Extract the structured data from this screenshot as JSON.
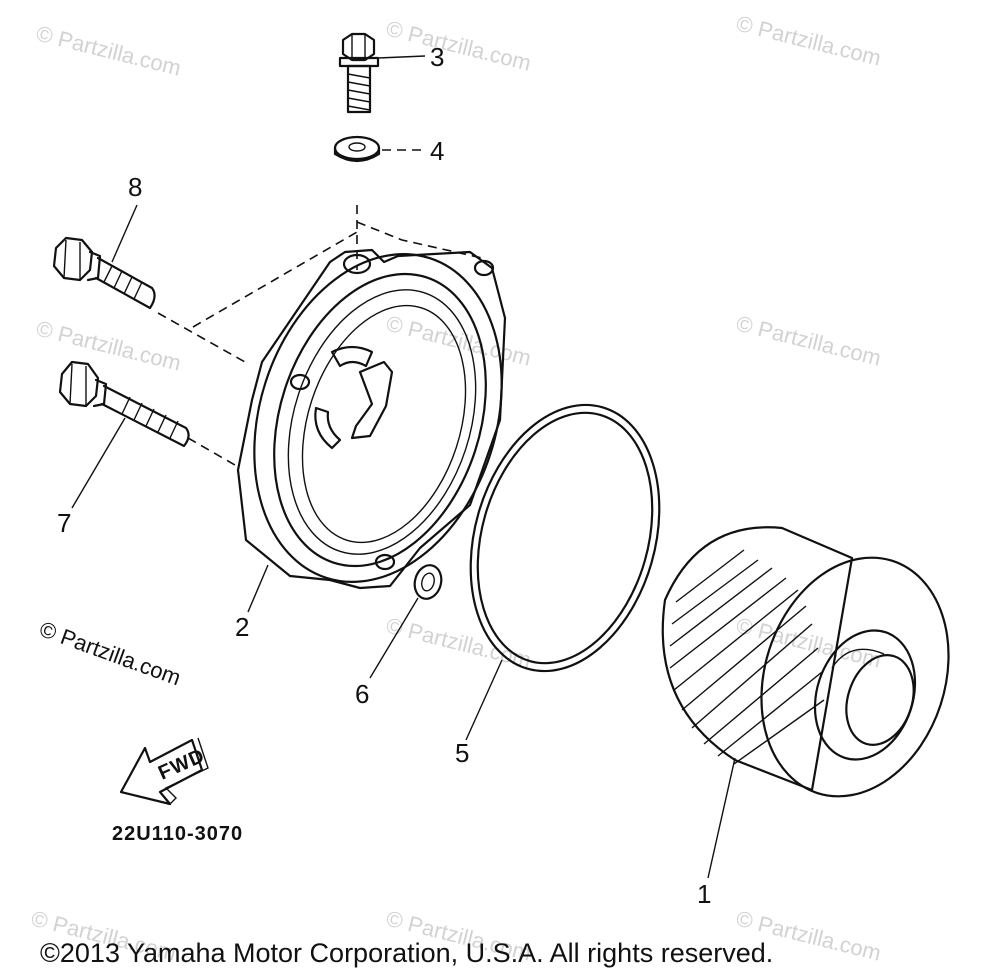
{
  "watermark": "© Partzilla.com",
  "watermark_prominent": "© Partzilla.com",
  "callouts": {
    "p1": "1",
    "p2": "2",
    "p3": "3",
    "p4": "4",
    "p5": "5",
    "p6": "6",
    "p7": "7",
    "p8": "8"
  },
  "fwd_label": "FWD",
  "diagram_code": "22U110-3070",
  "copyright": "©2013 Yamaha Motor Corporation, U.S.A. All rights reserved."
}
